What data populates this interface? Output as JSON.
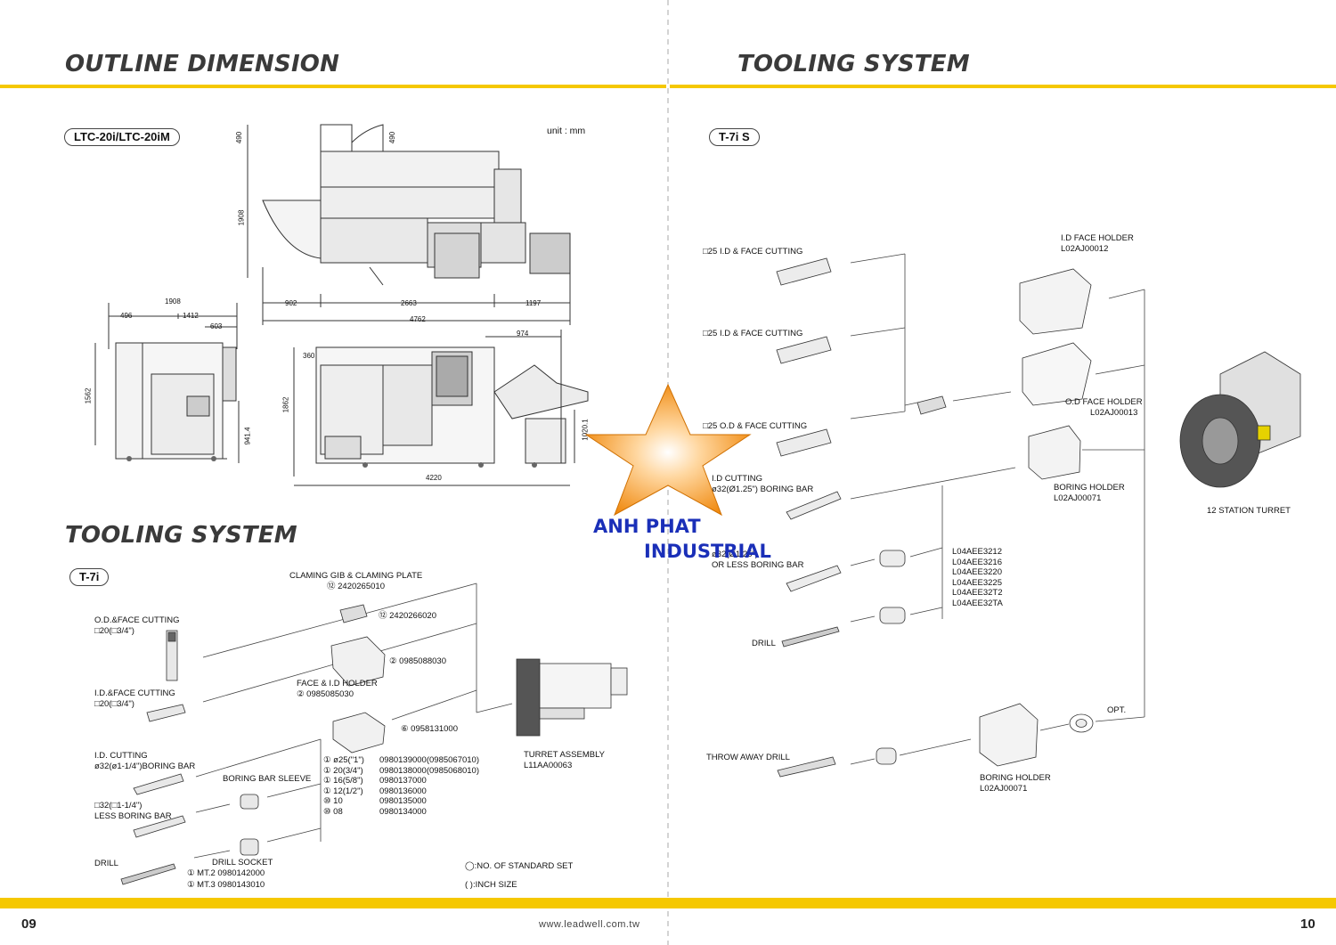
{
  "left_page": {
    "title": "OUTLINE DIMENSION",
    "model_label": "LTC-20i/LTC-20iM",
    "unit": "unit : mm",
    "dimensions": {
      "top_a": "490",
      "top_b": "490",
      "height": "1908",
      "w1": "902",
      "w2": "2663",
      "w3": "1197",
      "total": "4762",
      "side_total": "1908",
      "side_a": "496",
      "side_b": "1412",
      "side_c": "603",
      "side_h": "1562",
      "side_h2": "941.4",
      "front_a": "360",
      "front_b": "974",
      "front_h": "1862",
      "front_h2": "1020.1",
      "front_w": "4220"
    },
    "tooling_title": "TOOLING SYSTEM",
    "tooling_label": "T-7i",
    "items": {
      "od_face": [
        "O.D.&FACE CUTTING",
        "□20(□3/4\")"
      ],
      "id_face": [
        "I.D.&FACE CUTTING",
        "□20(□3/4\")"
      ],
      "id_cut": [
        "I.D. CUTTING",
        "ø32(ø1-1/4\")BORING BAR"
      ],
      "less_boring": [
        "□32(□1-1/4\")",
        "LESS BORING BAR"
      ],
      "drill": "DRILL",
      "boring_sleeve": "BORING BAR SLEEVE",
      "drill_socket": "DRILL SOCKET",
      "mt2": "MT.2 0980142000",
      "mt3": "MT.3 0980143010",
      "claming": [
        "CLAMING GIB & CLAMING PLATE",
        "2420265010"
      ],
      "part_gib": "2420266020",
      "part_holder2": "0985088030",
      "face_id_holder": [
        "FACE & I.D HOLDER",
        "0985085030"
      ],
      "part_holder6": "0958131000",
      "sizes": [
        "ø25(\"1\")",
        "20(3/4\")",
        "16(5/8\")",
        "12(1/2\")",
        "10",
        "08"
      ],
      "size_codes": [
        "0980139000(0985067010)",
        "0980138000(0985068010)",
        "0980137000",
        "0980136000",
        "0980135000",
        "0980134000"
      ],
      "turret_assembly": [
        "TURRET ASSEMBLY",
        "L11AA00063"
      ],
      "legend_std": ":NO. OF STANDARD SET",
      "legend_inch": "( ):INCH SIZE"
    },
    "page_number": "09",
    "url": "www.leadwell.com.tw"
  },
  "right_page": {
    "title": "TOOLING SYSTEM",
    "label": "T-7i S",
    "items": {
      "id_face1": "□25 I.D & FACE CUTTING",
      "id_face2": "□25 I.D & FACE CUTTING",
      "od_face": "□25 O.D & FACE CUTTING",
      "id_cutting": [
        "I.D CUTTING",
        "ø32(Ø1.25\") BORING BAR"
      ],
      "less_boring": [
        "ø32(Ø1.25\")",
        "OR LESS BORING BAR"
      ],
      "drill": "DRILL",
      "throw_drill": "THROW AWAY DRILL",
      "id_face_holder": [
        "I.D FACE HOLDER",
        "L02AJ00012"
      ],
      "od_face_holder": [
        "O.D FACE HOLDER",
        "L02AJ00013"
      ],
      "boring_holder": [
        "BORING HOLDER",
        "L02AJ00071"
      ],
      "boring_holder2": [
        "BORING HOLDER",
        "L02AJ00071"
      ],
      "codes": [
        "L04AEE3212",
        "L04AEE3216",
        "L04AEE3220",
        "L04AEE3225",
        "L04AEE32T2",
        "L04AEE32TA"
      ],
      "opt": "OPT.",
      "turret": "12 STATION TURRET"
    },
    "page_number": "10"
  },
  "watermark": {
    "line1": "ANH PHAT",
    "line2": "INDUSTRIAL"
  }
}
